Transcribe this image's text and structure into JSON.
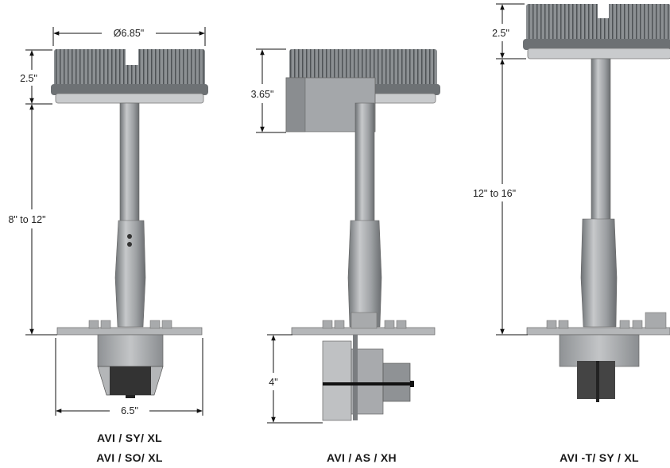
{
  "fixtures": [
    {
      "captions": [
        "AVI / SY/ XL",
        "AVI / SO/ XL"
      ],
      "dims": {
        "diameter": "Ø6.85\"",
        "head": "2.5\"",
        "pole": "8\" to 12\"",
        "base": "6.5\""
      }
    },
    {
      "captions": [
        "AVI / AS / XH"
      ],
      "dims": {
        "shield": "3.65\"",
        "box": "4\""
      }
    },
    {
      "captions": [
        "AVI -T/ SY / XL"
      ],
      "dims": {
        "head": "2.5\"",
        "pole": "12\" to 16\""
      }
    }
  ],
  "colors": {
    "metal": "#9b9ea1",
    "metal_dark": "#6f7275",
    "head": "#7c8083",
    "line": "#111111"
  }
}
